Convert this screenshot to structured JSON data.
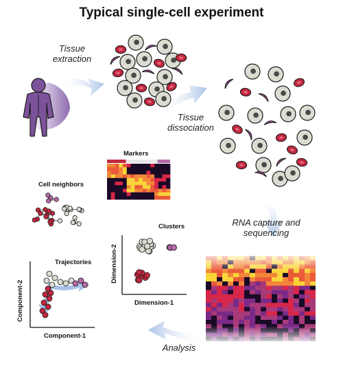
{
  "title": "Typical single-cell experiment",
  "steps": {
    "tissue_extraction": [
      "Tissue",
      "extraction"
    ],
    "tissue_dissociation": [
      "Tissue",
      "dissociation"
    ],
    "rna_capture": [
      "RNA capture and",
      "sequencing"
    ],
    "analysis": "Analysis"
  },
  "panels": {
    "markers": "Markers",
    "cell_neighbors": "Cell neighbors",
    "clusters": "Clusters",
    "clusters_xlabel": "Dimension-1",
    "clusters_ylabel": "Dimension-2",
    "trajectories": "Trajectories",
    "traj_xlabel": "Component-1",
    "traj_ylabel": "Component-2"
  },
  "colors": {
    "cell_gray": "#dcdcd2",
    "cell_red": "#c0283e",
    "cell_pink": "#b56aa8",
    "person": "#7c529a",
    "arrow": "#b4c9e6",
    "heat_dark": "#1a0a26",
    "heat_purple": "#7a2a86",
    "heat_red": "#d8264a",
    "heat_orange": "#f3873a",
    "heat_yellow": "#f9d53a"
  },
  "icons": {
    "person": "researcher-icon",
    "cells": "cell-icon"
  }
}
